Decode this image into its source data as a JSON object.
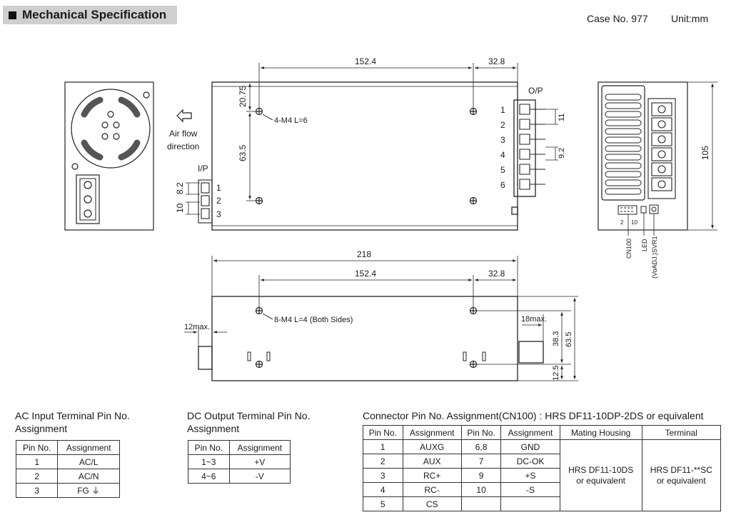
{
  "header": {
    "title": "Mechanical Specification",
    "case_no": "Case No. 977",
    "unit": "Unit:mm"
  },
  "drawing": {
    "labels": {
      "air_flow_1": "Air flow",
      "air_flow_2": "direction",
      "ip": "I/P",
      "op": "O/P",
      "screw_top": "4-M4 L=6",
      "screw_side": "8-M4 L=4 (Both Sides)",
      "cn100": "CN100",
      "led": "LED",
      "svr1": "(VoADJ.)SVR1"
    },
    "dims": {
      "d152_4": "152.4",
      "d32_8": "32.8",
      "d20_75": "20.75",
      "d63_5": "63.5",
      "d8_2": "8.2",
      "d10": "10",
      "d11": "11",
      "d9_2": "9.2",
      "d105": "105",
      "d218": "218",
      "d12max": "12max.",
      "d18max": "18max.",
      "d38_3": "38.3",
      "d12_5": "12.5"
    },
    "ip_pins": [
      "1",
      "2",
      "3"
    ],
    "op_pins": [
      "1",
      "2",
      "3",
      "4",
      "5",
      "6"
    ],
    "cn_pins": [
      "2",
      "10"
    ]
  },
  "ac_table": {
    "title_line1": "AC Input Terminal Pin No.",
    "title_line2": "Assignment",
    "headers": [
      "Pin No.",
      "Assignment"
    ],
    "rows": [
      [
        "1",
        "AC/L"
      ],
      [
        "2",
        "AC/N"
      ],
      [
        "3",
        "FG ⏚"
      ]
    ]
  },
  "dc_table": {
    "title_line1": "DC Output Terminal Pin No.",
    "title_line2": "Assignment",
    "headers": [
      "Pin No.",
      "Assignment"
    ],
    "rows": [
      [
        "1~3",
        "+V"
      ],
      [
        "4~6",
        "-V"
      ]
    ]
  },
  "cn_table": {
    "title": "Connector Pin No. Assignment(CN100) : HRS DF11-10DP-2DS or equivalent",
    "headers": [
      "Pin No.",
      "Assignment",
      "Pin No.",
      "Assignment",
      "Mating Housing",
      "Terminal"
    ],
    "rows": [
      [
        "1",
        "AUXG",
        "6,8",
        "GND"
      ],
      [
        "2",
        "AUX",
        "7",
        "DC-OK"
      ],
      [
        "3",
        "RC+",
        "9",
        "+S"
      ],
      [
        "4",
        "RC-",
        "10",
        "-S"
      ],
      [
        "5",
        "CS",
        "",
        ""
      ]
    ],
    "housing_line1": "HRS DF11-10DS",
    "housing_line2": "or equivalent",
    "terminal_line1": "HRS DF11-**SC",
    "terminal_line2": "or equivalent"
  }
}
